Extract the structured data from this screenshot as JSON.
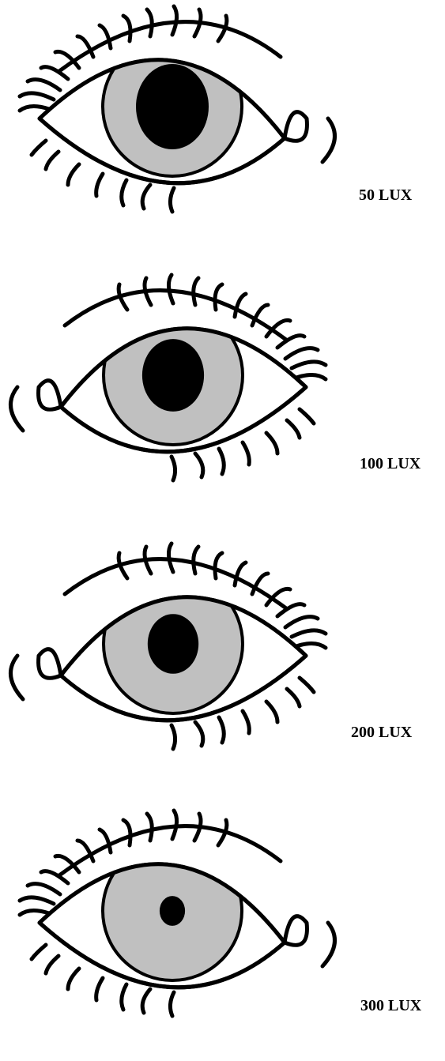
{
  "colors": {
    "stroke": "#000000",
    "iris": "#c0c0c0",
    "pupil": "#000000",
    "background": "#ffffff"
  },
  "eyes": [
    {
      "label": "50 LUX",
      "facing": "left",
      "pupil_scale": 1.0
    },
    {
      "label": "100 LUX",
      "facing": "right",
      "pupil_scale": 0.85
    },
    {
      "label": "200 LUX",
      "facing": "right",
      "pupil_scale": 0.7
    },
    {
      "label": "300 LUX",
      "facing": "left",
      "pupil_scale": 0.35
    }
  ]
}
